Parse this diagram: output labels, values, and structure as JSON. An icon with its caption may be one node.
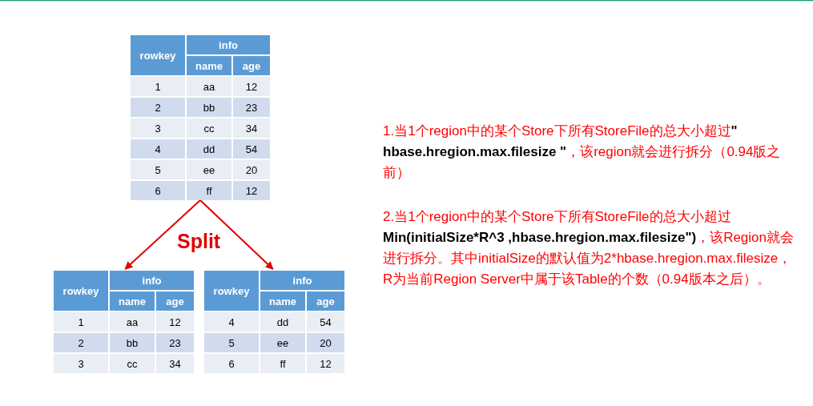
{
  "diagram": {
    "nodes": [
      {
        "text": [
          "rowkey",
          "info",
          "name",
          "age",
          "1",
          "aa",
          "12",
          "2",
          "bb",
          "23",
          "3",
          "cc",
          "34",
          "4",
          "dd",
          "54",
          "5",
          "ee",
          "20",
          "6",
          "ff",
          "12"
        ]
      },
      {
        "text": [
          "rowkey",
          "info",
          "name",
          "age",
          "1",
          "aa",
          "12",
          "2",
          "bb",
          "23",
          "3",
          "cc",
          "34"
        ]
      },
      {
        "text": [
          "rowkey",
          "info",
          "name",
          "age",
          "4",
          "dd",
          "54",
          "5",
          "ee",
          "20",
          "6",
          "ff",
          "12"
        ]
      }
    ],
    "edges": [
      {
        "from": 0,
        "to": 1,
        "arrow": "to"
      },
      {
        "from": 0,
        "to": 2,
        "arrow": "to"
      }
    ],
    "labels": [
      "Split",
      "1.当1个region中的某个Store下所有StoreFile的总大小超过**\" hbase.hregion.max.filesize \"**，该region就会进行拆分（0.94版之前）",
      "2.当1个region中的某个Store下所有StoreFile的总大小超过**Min(initialSize*R^3 ,hbase.hregion.max.filesize\")**，该Region就会进行拆分。其中initialSize的默认值为2*hbase.hregion.max.filesize，R为当前Region Server中属于该Table的个数（0.94版本之后）。"
    ]
  }
}
